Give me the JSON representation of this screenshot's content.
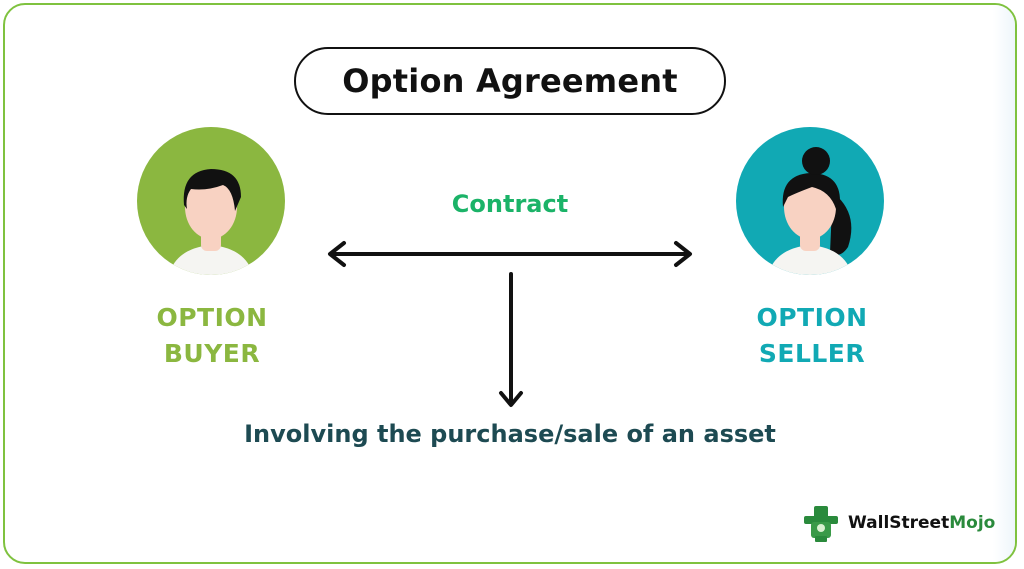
{
  "title": "Option Agreement",
  "contract_label": "Contract",
  "buyer": {
    "line1": "OPTION",
    "line2": "BUYER",
    "color": "#8bb740"
  },
  "seller": {
    "line1": "OPTION",
    "line2": "SELLER",
    "color": "#11a9b4"
  },
  "bottom_text": "Involving the purchase/sale of an asset",
  "brand": {
    "name_part1": "WallStreet",
    "name_part2": "Mojo"
  },
  "colors": {
    "frame_border": "#7fc23f",
    "contract": "#1bb368",
    "bottom_text": "#1d4a52",
    "arrow": "#111111"
  }
}
